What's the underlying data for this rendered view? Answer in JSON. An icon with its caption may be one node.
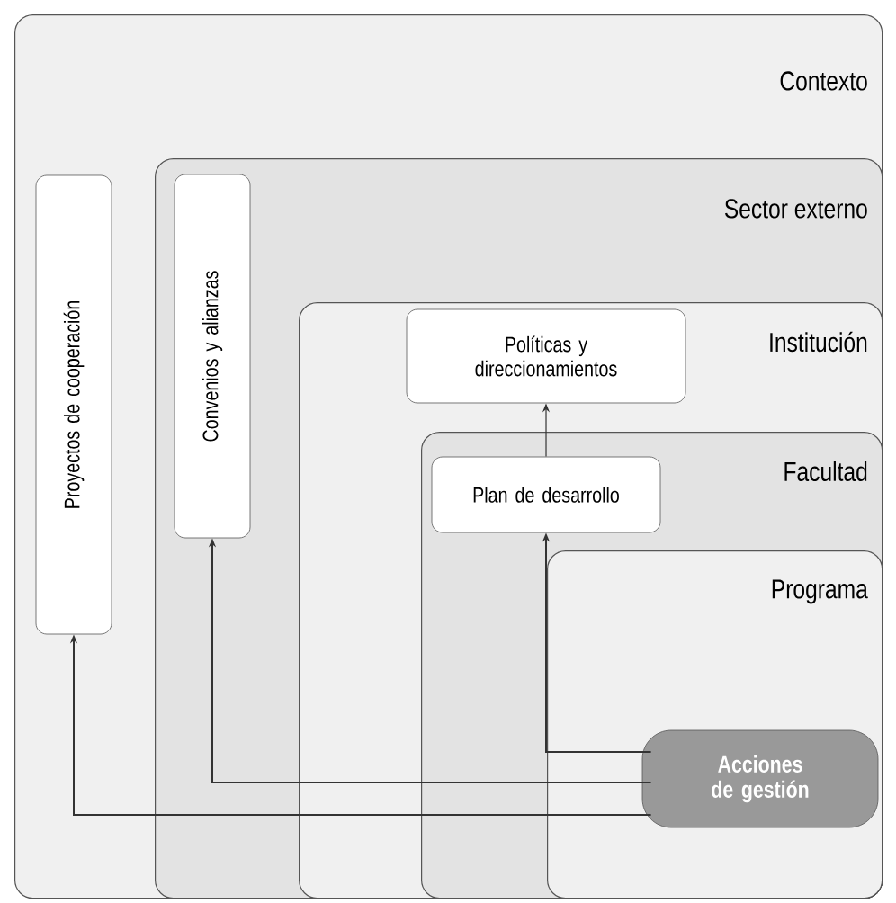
{
  "diagram": {
    "nodes": [
      {
        "text": [
          "Contexto"
        ]
      },
      {
        "text": [
          "Sector externo"
        ],
        "in": 0
      },
      {
        "text": [
          "Institución"
        ],
        "in": 1
      },
      {
        "text": [
          "Facultad"
        ],
        "in": 2
      },
      {
        "text": [
          "Programa"
        ],
        "in": 3
      },
      {
        "text": [
          "Proyectos de cooperación"
        ],
        "in": 0
      },
      {
        "text": [
          "Convenios y alianzas"
        ],
        "in": 1
      },
      {
        "text": [
          "Políticas y direccionamientos"
        ],
        "in": 2
      },
      {
        "text": [
          "Plan de desarrollo"
        ],
        "in": 3
      },
      {
        "text": [
          "Acciones de gestión"
        ],
        "in": 4
      }
    ],
    "edges": [
      {
        "from": 9,
        "to": 8,
        "arrow": "to"
      },
      {
        "from": 9,
        "to": 6,
        "arrow": "to"
      },
      {
        "from": 9,
        "to": 5,
        "arrow": "to"
      },
      {
        "from": 8,
        "to": 7,
        "arrow": "to"
      }
    ]
  }
}
